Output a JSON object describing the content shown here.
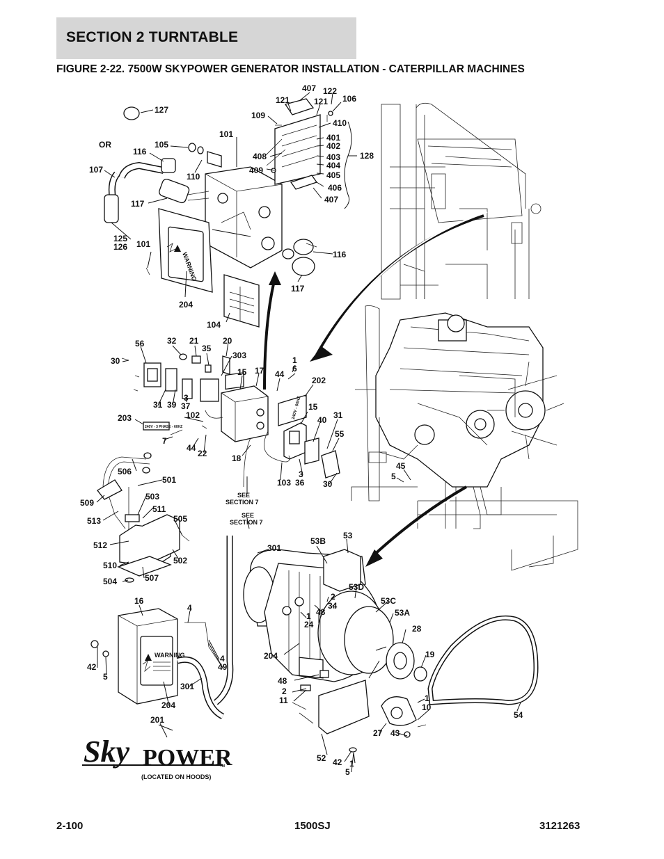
{
  "header": {
    "section": "SECTION 2   TURNTABLE"
  },
  "figure": {
    "title": "FIGURE 2-22. 7500W SKYPOWER GENERATOR INSTALLATION - CATERPILLAR MACHINES"
  },
  "footer": {
    "page": "2-100",
    "model": "1500SJ",
    "doc": "3121263"
  },
  "callouts": {
    "top": [
      "407",
      "121",
      "122",
      "121",
      "106",
      "109",
      "410",
      "401",
      "402",
      "403",
      "404",
      "405",
      "406",
      "407",
      "408",
      "409",
      "128",
      "127",
      "OR",
      "101",
      "105",
      "116",
      "110",
      "107",
      "117",
      "125",
      "126",
      "101",
      "116",
      "117",
      "204",
      "104"
    ],
    "middle": [
      "56",
      "32",
      "21",
      "35",
      "20",
      "303",
      "30",
      "1",
      "6",
      "17",
      "15",
      "44",
      "202",
      "31",
      "39",
      "3",
      "37",
      "102",
      "203",
      "7",
      "44",
      "22",
      "15",
      "40",
      "31",
      "55",
      "18",
      "3",
      "36",
      "103",
      "30",
      "45",
      "5"
    ],
    "lower_left": [
      "506",
      "501",
      "509",
      "503",
      "511",
      "513",
      "505",
      "512",
      "502",
      "510",
      "504",
      "507",
      "16",
      "4",
      "42",
      "5",
      "4",
      "49",
      "204",
      "301",
      "201"
    ],
    "generator": [
      "301",
      "53B",
      "53",
      "53D",
      "53C",
      "53A",
      "2",
      "34",
      "48",
      "1",
      "24",
      "204",
      "28",
      "19",
      "48",
      "2",
      "11",
      "1",
      "10",
      "54",
      "27",
      "43",
      "52",
      "42",
      "1",
      "5"
    ]
  },
  "notes": {
    "see_section_1": "SEE\nSECTION 7",
    "see_section_2": "SEE\nSECTION 7",
    "located": "(LOCATED ON HOODS)"
  },
  "decals": {
    "warning": "WARNING",
    "voltage_plate": "240V - 3 PHASE - 60HZ",
    "voltage_tag": "240V - 60HZ"
  },
  "logo": {
    "word1": "Sky",
    "word2": "POWER",
    "tm": "TM"
  }
}
